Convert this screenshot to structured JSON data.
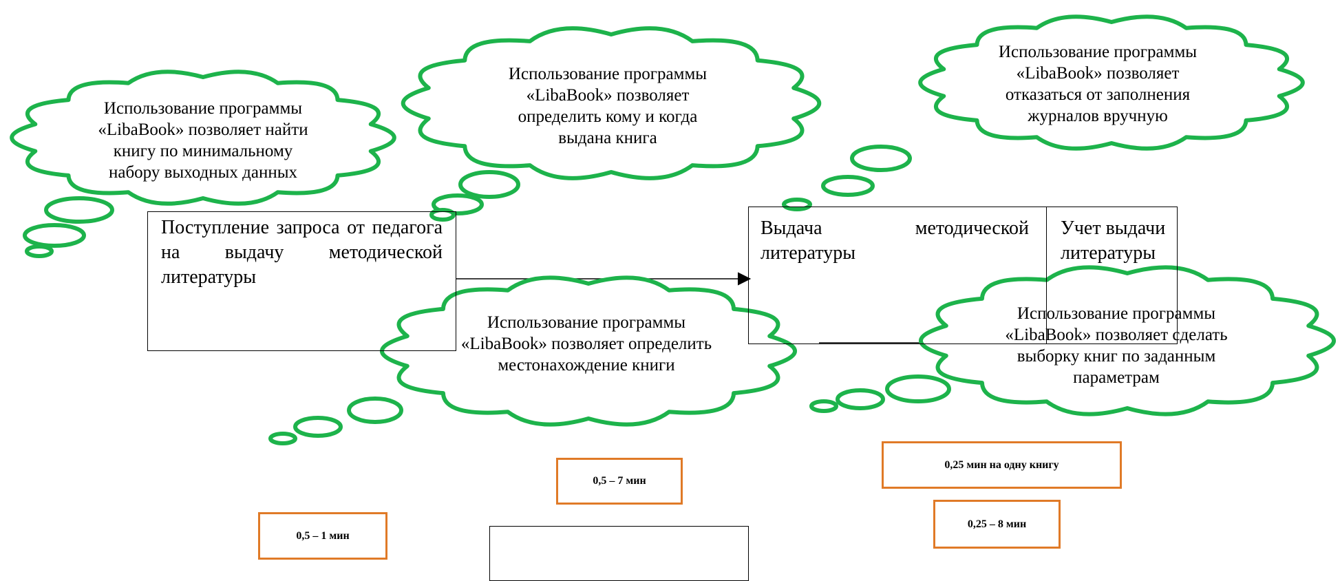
{
  "process_boxes": {
    "request": "Поступление запроса от педагога на выдачу методической литературы",
    "issue": "Выдача методической литературы",
    "accounting": "Учет выдачи литературы"
  },
  "clouds": {
    "find_book": "Использование программы «LibaBook» позволяет найти книгу по минимальному набору выходных данных",
    "who_when": "Использование программы «LibaBook» позволяет определить кому и когда выдана книга",
    "no_manual_journals": "Использование программы «LibaBook» позволяет отказаться от заполнения журналов вручную",
    "location": "Использование программы «LibaBook» позволяет определить местонахождение книги",
    "selection": "Использование программы «LibaBook» позволяет сделать выборку книг по заданным параметрам"
  },
  "times": {
    "t1": "0,5 – 7 мин",
    "t2": "0,25 мин на одну книгу",
    "t3": "0,5 – 1 мин",
    "t4": "0,25 – 8 мин"
  },
  "colors": {
    "cloud_outline": "#1db34b",
    "time_border": "#e07a27",
    "lines": "#000000"
  }
}
